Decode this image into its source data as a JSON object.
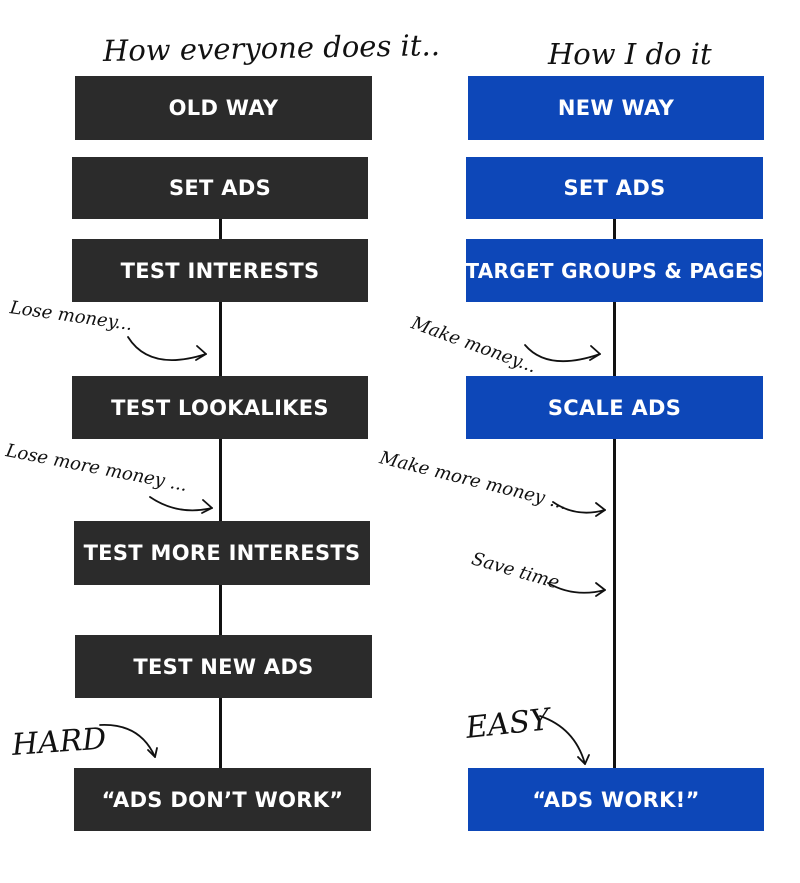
{
  "left_column": {
    "heading": "How everyone does it..",
    "steps": [
      "OLD WAY",
      "SET ADS",
      "TEST INTERESTS",
      "TEST LOOKALIKES",
      "TEST MORE INTERESTS",
      "TEST NEW ADS",
      "“ADS DON’T WORK”"
    ],
    "annotations": [
      "Lose money...",
      "Lose more money ...",
      "HARD"
    ],
    "color": "#2b2b2b"
  },
  "right_column": {
    "heading": "How I do it",
    "steps": [
      "NEW WAY",
      "SET ADS",
      "TARGET GROUPS & PAGES",
      "SCALE ADS",
      "“ADS  WORK!”"
    ],
    "annotations": [
      "Make money...",
      "Make more money ...",
      "Save time",
      "EASY"
    ],
    "color": "#0d47b8"
  }
}
